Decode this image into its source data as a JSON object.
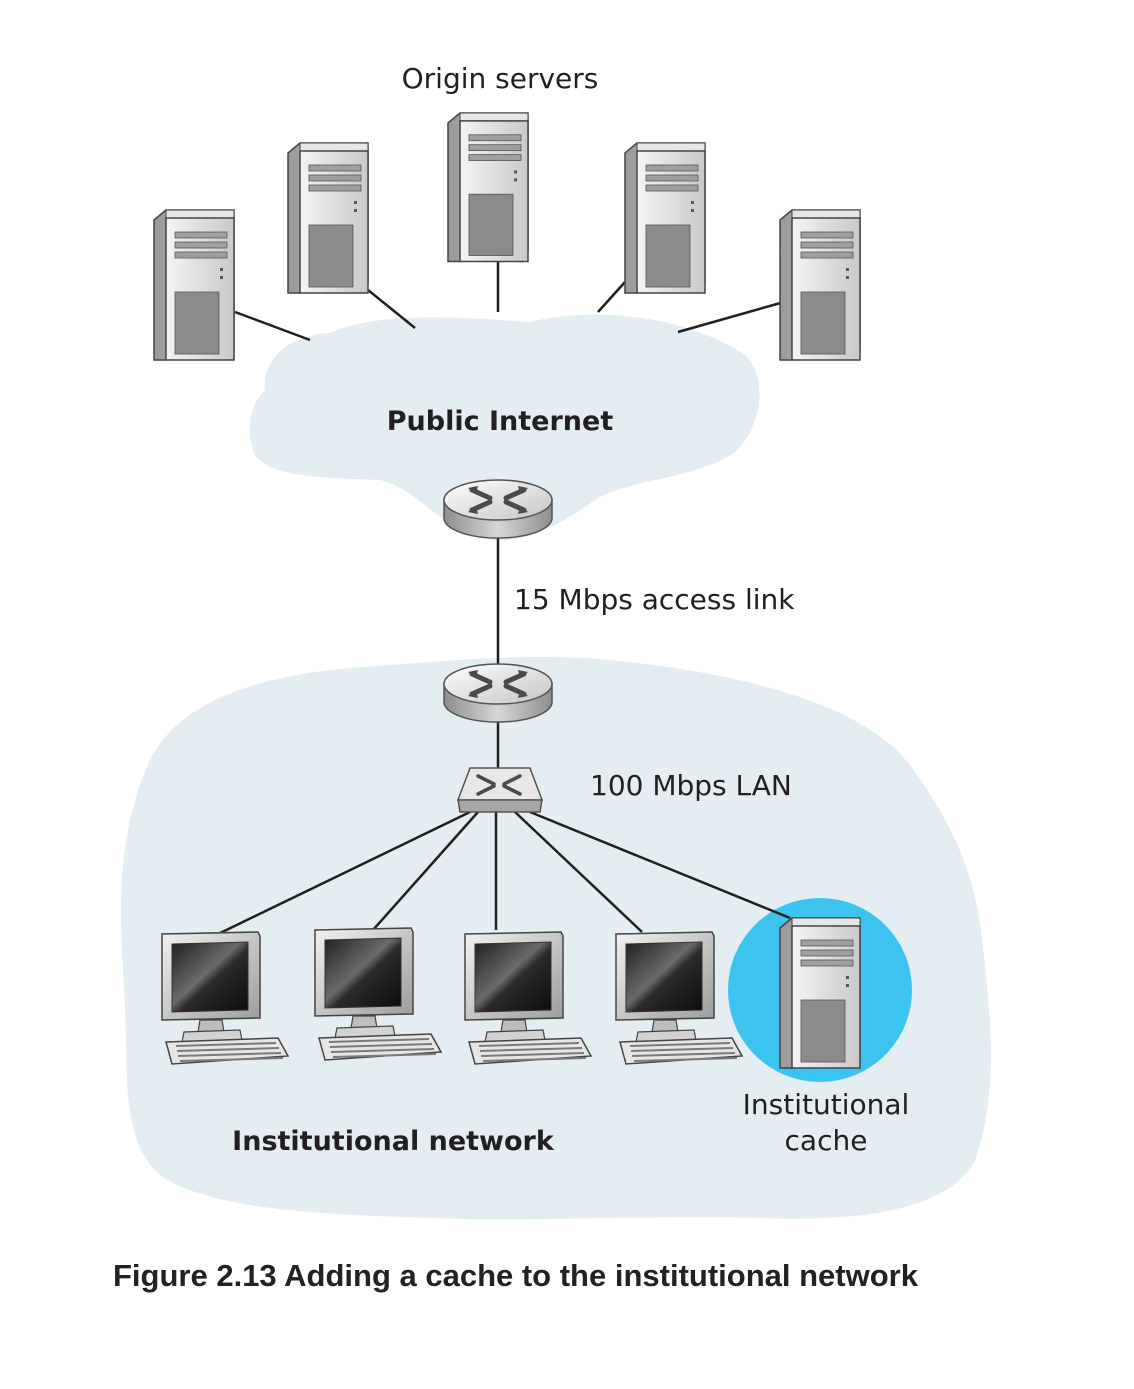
{
  "diagram": {
    "origin_label": "Origin servers",
    "public_internet_label": "Public Internet",
    "access_link_label": "15 Mbps access link",
    "lan_label": "100 Mbps LAN",
    "institutional_network_label": "Institutional network",
    "cache_label_line1": "Institutional",
    "cache_label_line2": "cache",
    "cache_highlight_color": "#3cc3ef",
    "cloud_color": "#e3edf2",
    "icons": [
      "server-icon",
      "router-icon",
      "switch-icon",
      "computer-icon"
    ]
  },
  "caption": "Figure 2.13 Adding a cache to the institutional network"
}
